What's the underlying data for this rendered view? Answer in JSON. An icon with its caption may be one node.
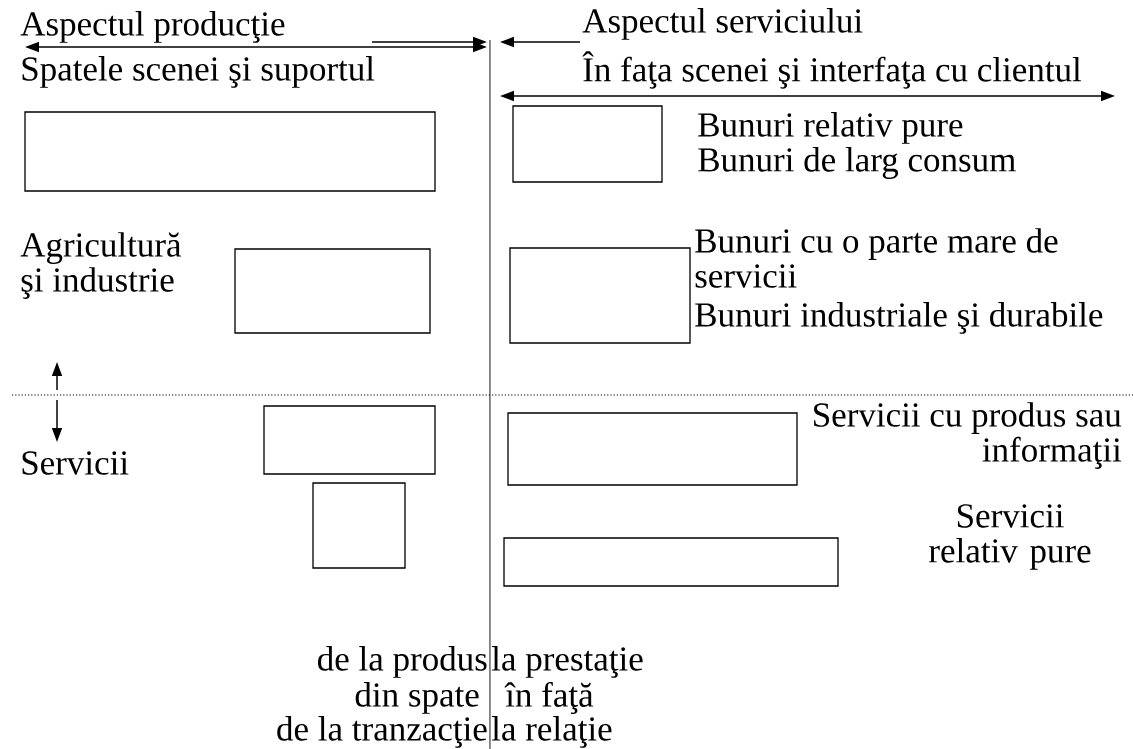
{
  "diagram": {
    "nodes": [
      {
        "text": [],
        "shape": "box"
      },
      {
        "text": [],
        "shape": "box"
      },
      {
        "text": [],
        "shape": "box"
      },
      {
        "text": [],
        "shape": "box"
      },
      {
        "text": [],
        "shape": "box"
      },
      {
        "text": [],
        "shape": "box"
      },
      {
        "text": [],
        "shape": "box"
      },
      {
        "text": [],
        "shape": "box"
      }
    ],
    "labels": [
      "Aspectul producţie",
      "Aspectul serviciului",
      "Spatele scenei şi suportul",
      "În faţa scenei şi interfaţa cu clientul",
      "Bunuri relativ pure",
      "Bunuri de larg consum",
      "Agricultură şi industrie",
      "Bunuri cu o parte mare de servicii",
      "Bunuri industriale şi durabile",
      "Servicii cu produs sau informaţii",
      "Servicii",
      "Servicii relativ pure",
      "de la produs",
      "la prestaţie",
      "din spate",
      "în faţă",
      "de la tranzacţie",
      "la relaţie"
    ]
  }
}
